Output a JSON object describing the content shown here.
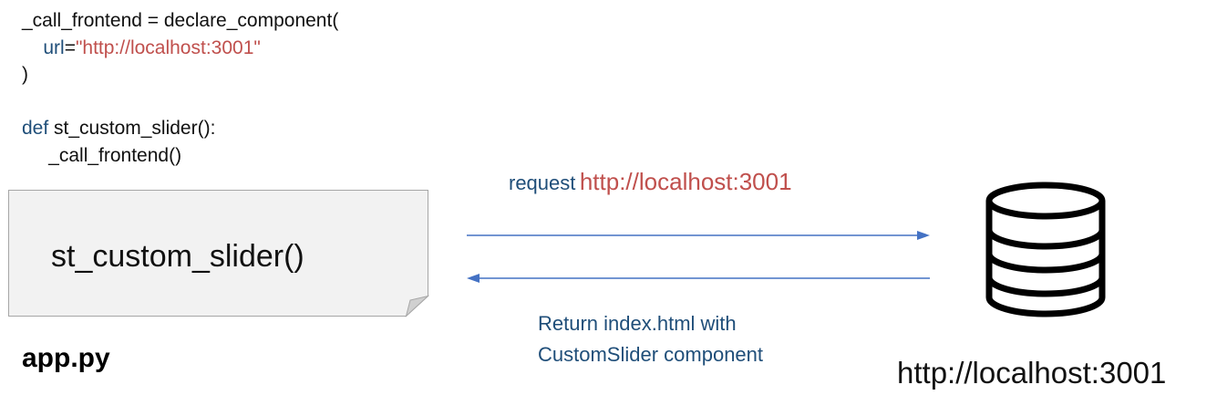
{
  "code": {
    "line1": "_call_frontend = declare_component(",
    "line2_indent": "    ",
    "line2_key": "url",
    "line2_eq": "=",
    "line2_value": "\"http://localhost:3001\"",
    "line3": ")",
    "line5_kw": "def",
    "line5_rest": " st_custom_slider():",
    "line6": "     _call_frontend()"
  },
  "note": {
    "label": "st_custom_slider()"
  },
  "app_file": "app.py",
  "request": {
    "word": "request",
    "url": "http://localhost:3001"
  },
  "response": {
    "line1": "Return index.html with",
    "line2": "CustomSlider component"
  },
  "server": {
    "icon": "database-icon",
    "url": "http://localhost:3001"
  },
  "colors": {
    "keyword": "#1F4E79",
    "string": "#C0504D",
    "arrow": "#4472C4",
    "note_fill": "#F2F2F2",
    "note_border": "#A6A6A6"
  }
}
